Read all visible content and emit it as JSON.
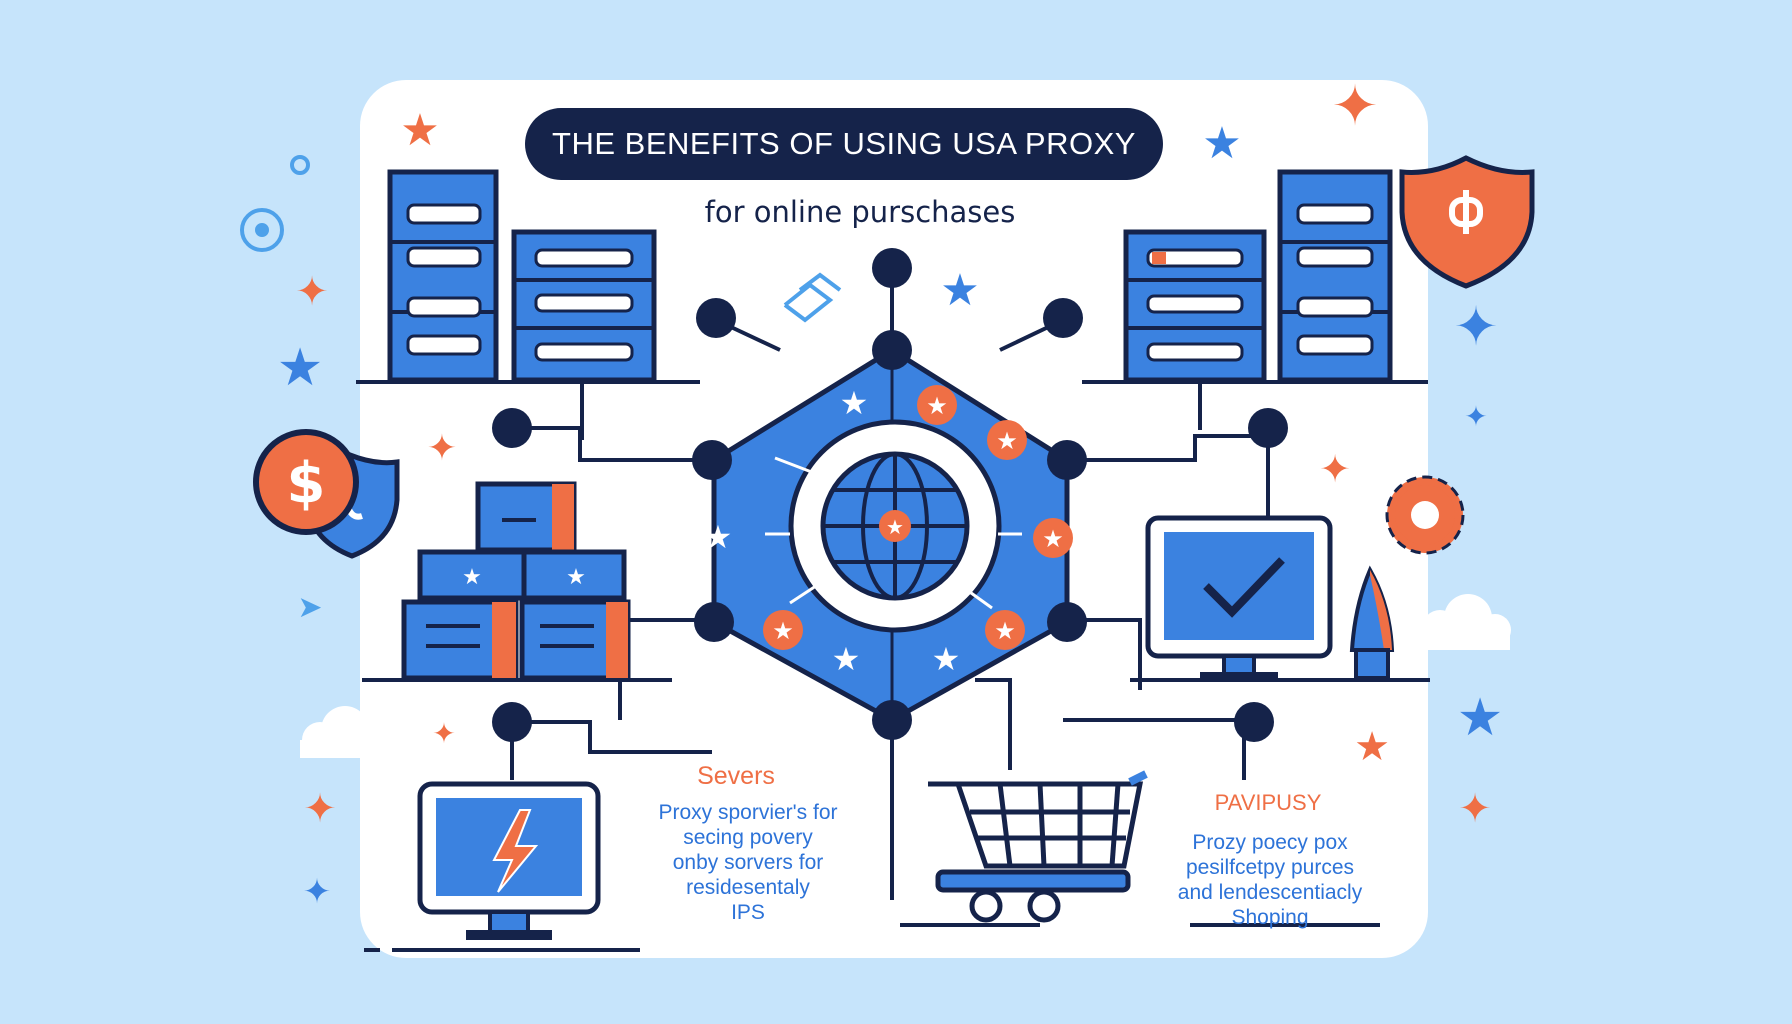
{
  "header": {
    "title": "THE BENEFITS OF USING USA PROXY",
    "subtitle": "for online purschases"
  },
  "left_panel": {
    "heading": "Severs",
    "lines": [
      "Proxy sporvier's for",
      "secing povery",
      "onby sorvers for",
      "residesentaly",
      "IPS"
    ]
  },
  "right_panel": {
    "heading": "PAVIPUSY",
    "lines": [
      "Prozy poecy pox",
      "pesilfcetpy purces",
      "and lendescentiacly",
      "Shoping"
    ]
  },
  "icons": [
    "server-rack-icon",
    "globe-icon",
    "hexagon-network-icon",
    "shopping-cart-icon",
    "monitor-check-icon",
    "monitor-lightning-icon",
    "shield-icon",
    "dollar-coin-icon",
    "gear-icon",
    "star-icon",
    "sparkle-icon",
    "rocket-icon",
    "cloud-icon"
  ],
  "colors": {
    "background": "#c6e4fb",
    "card": "#ffffff",
    "navy": "#15234a",
    "blue": "#3b82e0",
    "orange": "#ef6f45"
  }
}
